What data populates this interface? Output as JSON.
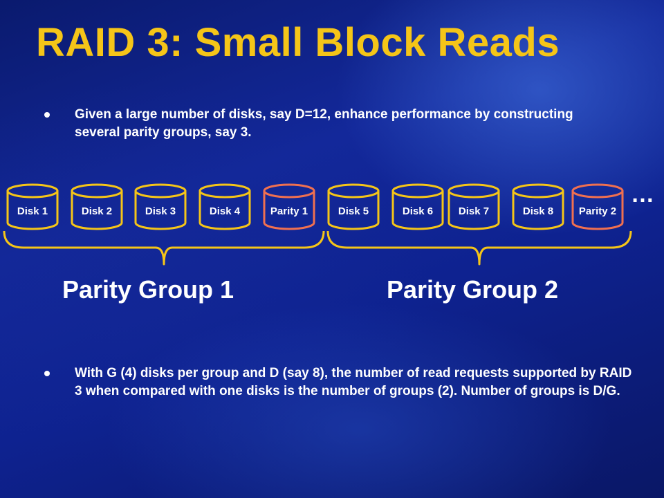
{
  "slide": {
    "title": "RAID 3:  Small Block Reads",
    "bullets": [
      "Given a large number of disks, say D=12, enhance performance by constructing several parity groups, say 3.",
      "With G (4) disks per group and D (say 8), the number of read requests supported by RAID 3 when compared with one disks is the number of groups (2).  Number of groups is D/G."
    ]
  },
  "diagram": {
    "disks": [
      {
        "label": "Disk 1",
        "kind": "data"
      },
      {
        "label": "Disk 2",
        "kind": "data"
      },
      {
        "label": "Disk 3",
        "kind": "data"
      },
      {
        "label": "Disk 4",
        "kind": "data"
      },
      {
        "label": "Parity 1",
        "kind": "parity"
      },
      {
        "label": "Disk 5",
        "kind": "data"
      },
      {
        "label": "Disk 6",
        "kind": "data"
      },
      {
        "label": "Disk 7",
        "kind": "data"
      },
      {
        "label": "Disk 8",
        "kind": "data"
      },
      {
        "label": "Parity 2",
        "kind": "parity"
      }
    ],
    "groups": [
      {
        "label": "Parity Group 1"
      },
      {
        "label": "Parity Group 2"
      }
    ],
    "ellipsis": "…",
    "colors": {
      "data_disk": "#f5c518",
      "parity_disk": "#f07050",
      "brace": "#f5c518",
      "title": "#f5c518"
    }
  }
}
